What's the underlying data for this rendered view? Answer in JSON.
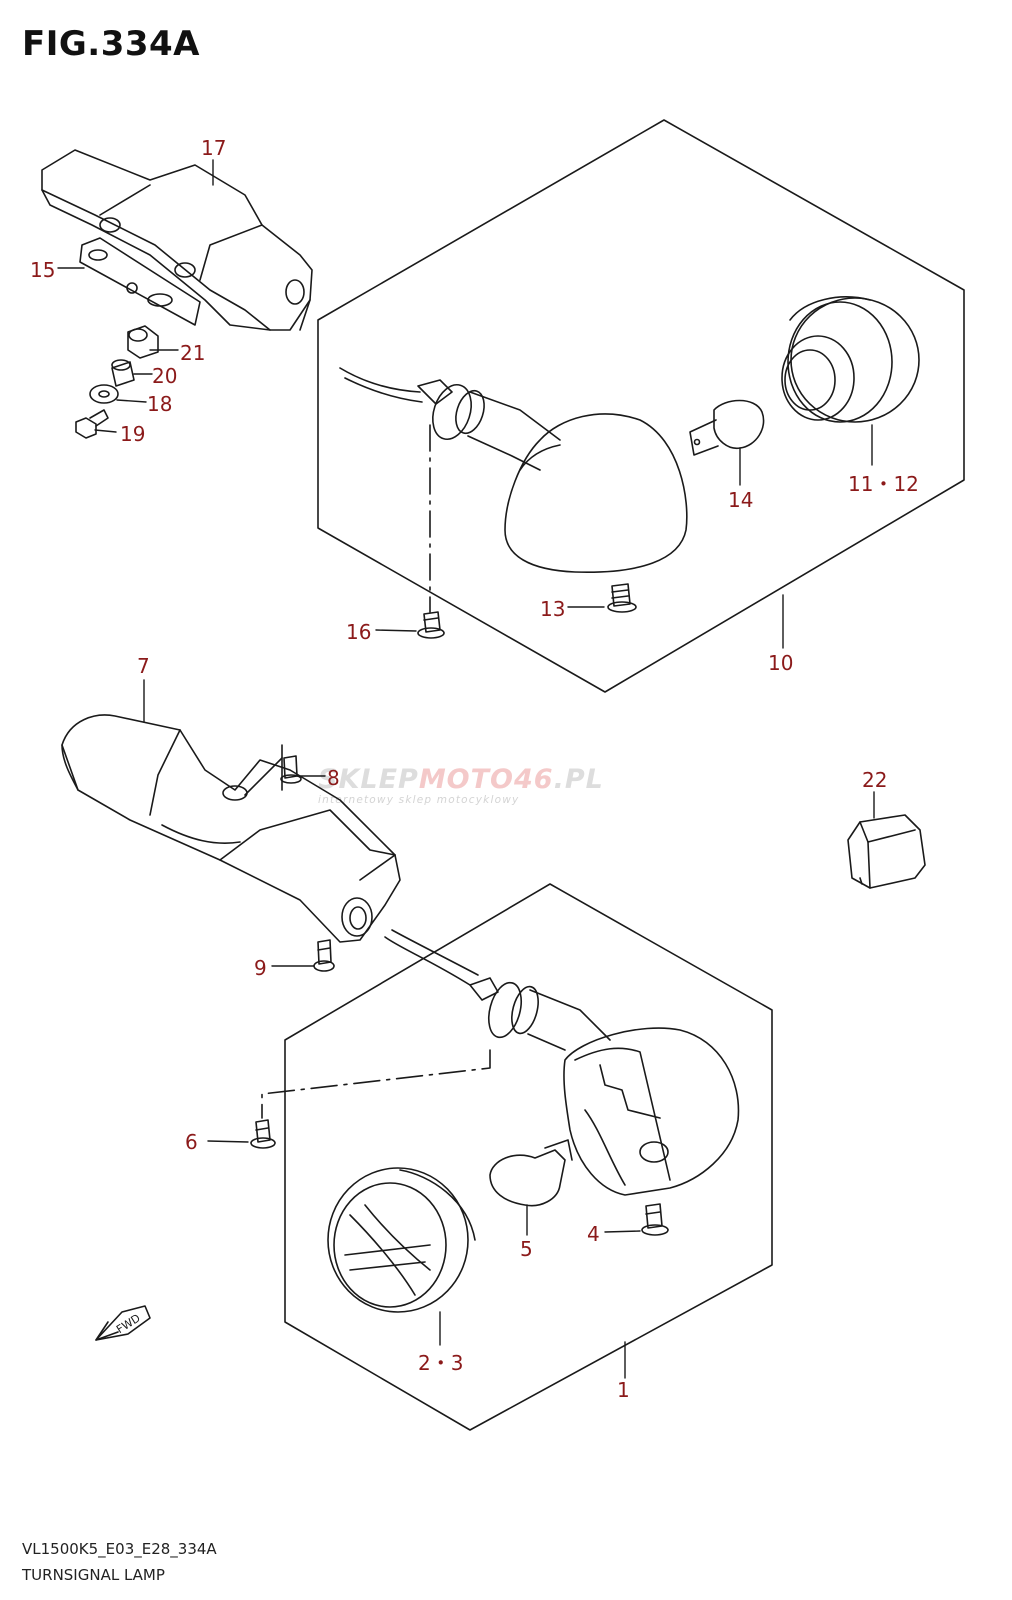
{
  "title": "FIG.334A",
  "ref_code": "VL1500K5_E03_E28_334A",
  "caption": "TURNSIGNAL LAMP",
  "fwd_label": "FWD",
  "watermark": {
    "main_a": "SKLEP",
    "main_b": "MOTO46",
    "main_c": ".PL",
    "sub": "internetowy sklep motocyklowy"
  },
  "colors": {
    "line": "#1a1a1a",
    "callout": "#8b1a1a",
    "watermark": "#dddddd",
    "watermark_accent": "#f4c9c9"
  },
  "callouts": {
    "p1": "1",
    "p2_3": "2・3",
    "p4": "4",
    "p5": "5",
    "p6": "6",
    "p7": "7",
    "p8": "8",
    "p9": "9",
    "p10": "10",
    "p11_12": "11・12",
    "p13": "13",
    "p14": "14",
    "p15": "15",
    "p16": "16",
    "p17": "17",
    "p18": "18",
    "p19": "19",
    "p20": "20",
    "p21": "21",
    "p22": "22"
  }
}
